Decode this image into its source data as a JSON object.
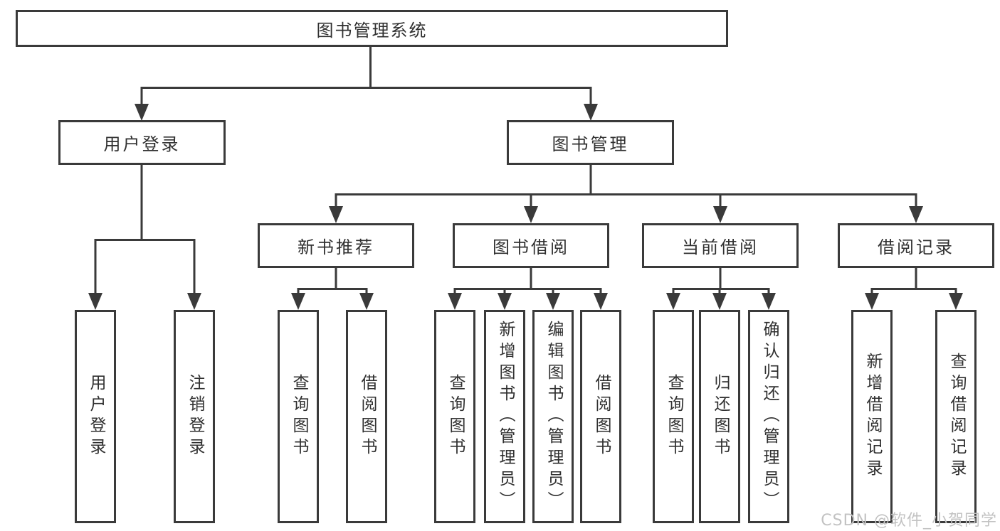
{
  "tree": {
    "root": {
      "label": "图书管理系统"
    },
    "branches": [
      {
        "label": "用户登录",
        "children": [
          {
            "label": "用户登录"
          },
          {
            "label": "注销登录"
          }
        ]
      },
      {
        "label": "图书管理",
        "children": [
          {
            "label": "新书推荐",
            "children": [
              {
                "label": "查询图书"
              },
              {
                "label": "借阅图书"
              }
            ]
          },
          {
            "label": "图书借阅",
            "children": [
              {
                "label": "查询图书"
              },
              {
                "label": "新增图书（管理员）"
              },
              {
                "label": "编辑图书（管理员）"
              },
              {
                "label": "借阅图书"
              }
            ]
          },
          {
            "label": "当前借阅",
            "children": [
              {
                "label": "查询图书"
              },
              {
                "label": "归还图书"
              },
              {
                "label": "确认归还（管理员）"
              }
            ]
          },
          {
            "label": "借阅记录",
            "children": [
              {
                "label": "新增借阅记录"
              },
              {
                "label": "查询借阅记录"
              }
            ]
          }
        ]
      }
    ]
  },
  "watermark": {
    "text": "CSDN @软件_小贺同学"
  },
  "colors": {
    "line": "#3a3a3a",
    "text": "#303030",
    "box_fill": "#ffffff",
    "watermark": "#c2c2c2",
    "background": "#ffffff"
  }
}
